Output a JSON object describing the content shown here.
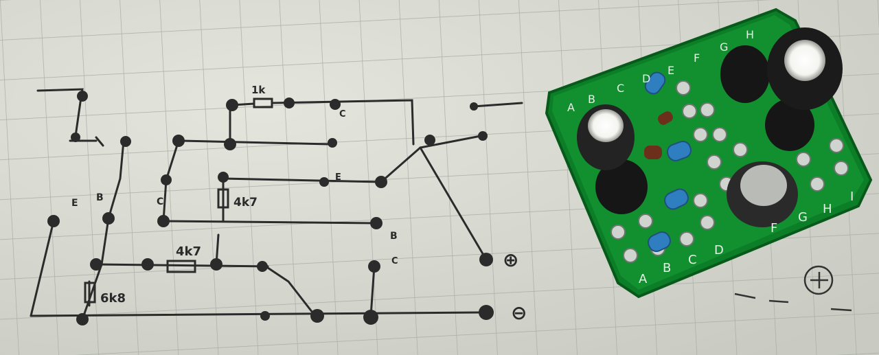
{
  "sketch": {
    "resistor_1k": "1k",
    "resistor_1k_tick": "1k",
    "resistor_4k7_a": "4k7",
    "resistor_4k7_b": "4k7",
    "resistor_6k8": "6k8",
    "pin_e_left": "E",
    "pin_b_left": "B",
    "pin_c_top": "C",
    "pin_e_mid": "E",
    "pin_b_mid": "B",
    "pin_c_low": "C",
    "plus_terminal": "⊕",
    "minus_terminal": "⊖",
    "pad_c_left": "C"
  },
  "board": {
    "label_a": "A",
    "label_b": "B",
    "label_c": "C",
    "label_d": "D",
    "label_f": "F",
    "label_g": "G",
    "label_h": "H",
    "label_i": "I",
    "top_a": "A",
    "top_b": "B",
    "top_c": "C",
    "top_d": "D",
    "top_e": "E",
    "top_f": "F",
    "top_g": "G",
    "top_h": "H",
    "color_pcb": "#0f8a2c",
    "color_cap": "#1b1b1b"
  }
}
